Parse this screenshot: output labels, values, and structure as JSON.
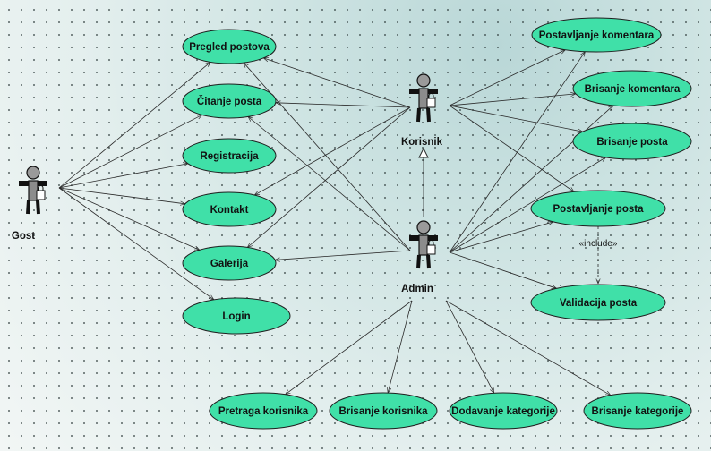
{
  "actors": [
    {
      "id": "gost",
      "label": "Gost"
    },
    {
      "id": "korisnik",
      "label": "Korisnik"
    },
    {
      "id": "admin",
      "label": "Admin"
    }
  ],
  "use_cases": [
    {
      "id": "pregled",
      "label": "Pregled postova"
    },
    {
      "id": "citanje",
      "label": "Čitanje posta"
    },
    {
      "id": "registracija",
      "label": "Registracija"
    },
    {
      "id": "kontakt",
      "label": "Kontakt"
    },
    {
      "id": "galerija",
      "label": "Galerija"
    },
    {
      "id": "login",
      "label": "Login"
    },
    {
      "id": "post_kom",
      "label": "Postavljanje komentara"
    },
    {
      "id": "bris_kom",
      "label": "Brisanje komentara"
    },
    {
      "id": "bris_post",
      "label": "Brisanje posta"
    },
    {
      "id": "post_post",
      "label": "Postavljanje posta"
    },
    {
      "id": "valid",
      "label": "Validacija posta"
    },
    {
      "id": "pretraga",
      "label": "Pretraga korisnika"
    },
    {
      "id": "bris_kor",
      "label": "Brisanje korisnika"
    },
    {
      "id": "dod_kat",
      "label": "Dodavanje kategorije"
    },
    {
      "id": "bris_kat",
      "label": "Brisanje kategorije"
    }
  ],
  "associations": [
    [
      "gost",
      "pregled"
    ],
    [
      "gost",
      "citanje"
    ],
    [
      "gost",
      "registracija"
    ],
    [
      "gost",
      "kontakt"
    ],
    [
      "gost",
      "galerija"
    ],
    [
      "gost",
      "login"
    ],
    [
      "korisnik",
      "pregled"
    ],
    [
      "korisnik",
      "citanje"
    ],
    [
      "korisnik",
      "kontakt"
    ],
    [
      "korisnik",
      "galerija"
    ],
    [
      "korisnik",
      "post_kom"
    ],
    [
      "korisnik",
      "bris_kom"
    ],
    [
      "korisnik",
      "bris_post"
    ],
    [
      "korisnik",
      "post_post"
    ],
    [
      "admin",
      "pregled"
    ],
    [
      "admin",
      "citanje"
    ],
    [
      "admin",
      "galerija"
    ],
    [
      "admin",
      "post_kom"
    ],
    [
      "admin",
      "bris_kom"
    ],
    [
      "admin",
      "bris_post"
    ],
    [
      "admin",
      "post_post"
    ],
    [
      "admin",
      "valid"
    ],
    [
      "admin",
      "pretraga"
    ],
    [
      "admin",
      "bris_kor"
    ],
    [
      "admin",
      "dod_kat"
    ],
    [
      "admin",
      "bris_kat"
    ]
  ],
  "generalization": {
    "child": "admin",
    "parent": "korisnik"
  },
  "include": {
    "from": "post_post",
    "to": "valid",
    "label": "«include»"
  },
  "colors": {
    "use_case_fill": "#40e0a8",
    "line": "#2a2a2a"
  }
}
